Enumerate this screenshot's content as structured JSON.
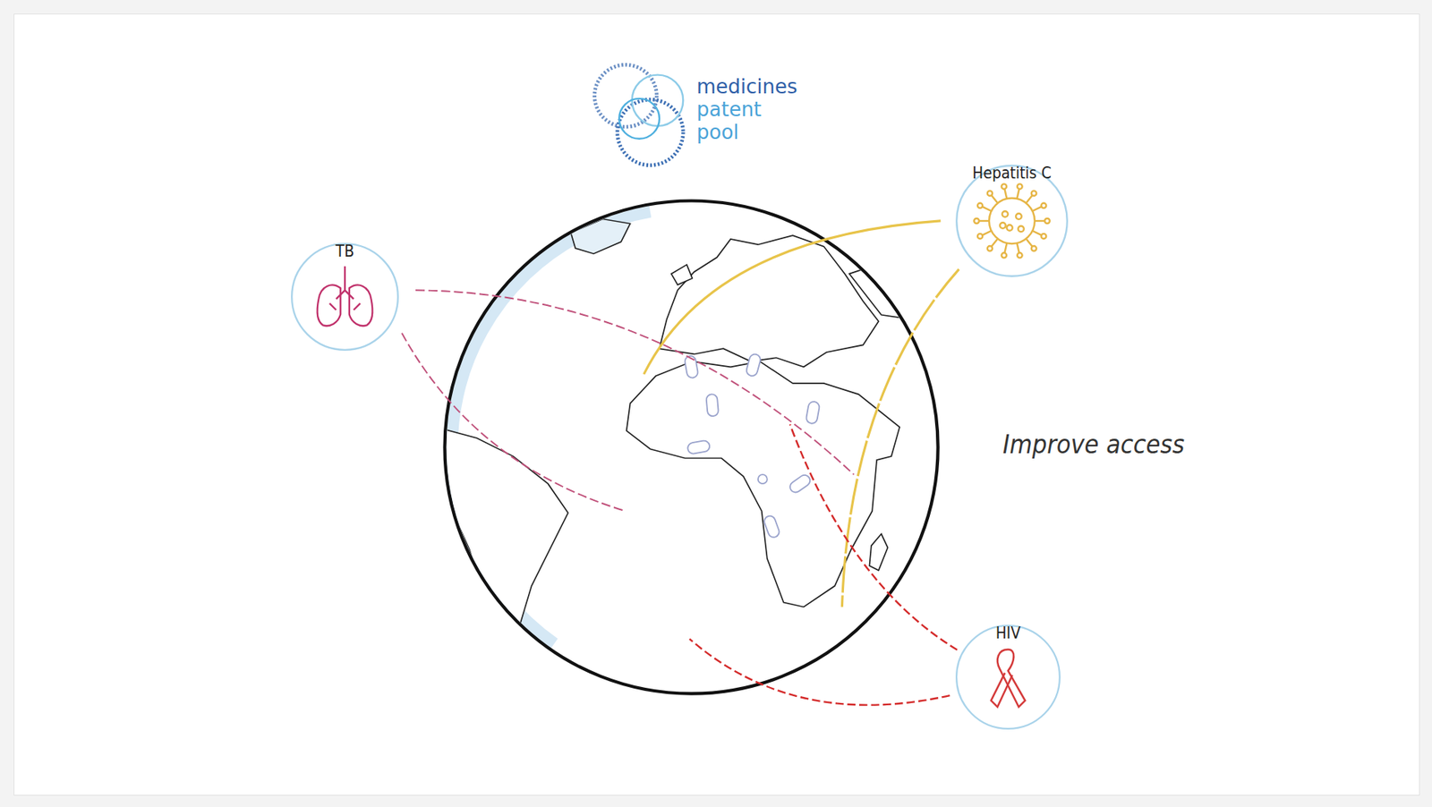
{
  "diagram": {
    "nodes": [
      {
        "text": [
          "TB"
        ]
      },
      {
        "text": [
          "Hepatitis C"
        ]
      },
      {
        "text": [
          "HIV"
        ]
      }
    ],
    "labels": [
      "medicines",
      "patent",
      "pool",
      "Improve access"
    ]
  }
}
